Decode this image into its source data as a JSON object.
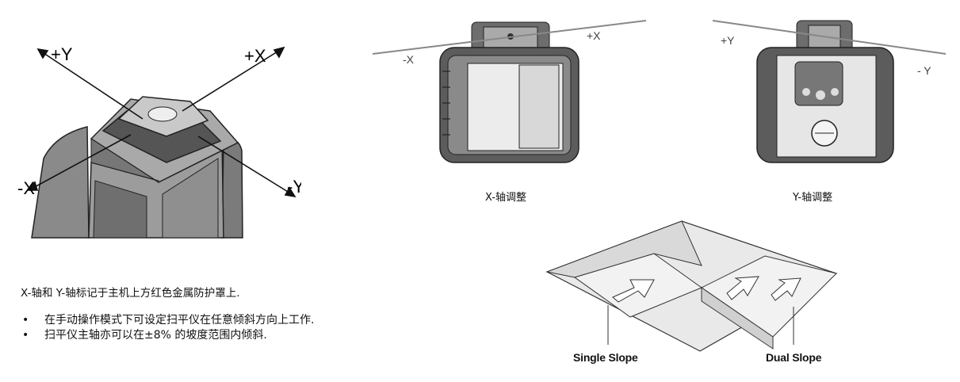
{
  "figure1": {
    "axis_plus_y": "+Y",
    "axis_plus_x": "+X",
    "axis_minus_x": "-X",
    "axis_minus_y": "-Y"
  },
  "figure2": {
    "axis_minus_x": "-X",
    "axis_plus_x": "+X",
    "caption": "X-轴调整"
  },
  "figure3": {
    "axis_plus_y": "+Y",
    "axis_minus_y": "- Y",
    "caption": "Y-轴调整"
  },
  "figure4": {
    "single_slope": "Single Slope",
    "dual_slope": "Dual Slope"
  },
  "text": {
    "note": "X-轴和 Y-轴标记于主机上方红色金属防护罩上.",
    "bullets": [
      "在手动操作模式下可设定扫平仪在任意倾斜方向上工作.",
      "扫平仪主轴亦可以在±8% 的坡度范围内倾斜."
    ]
  }
}
